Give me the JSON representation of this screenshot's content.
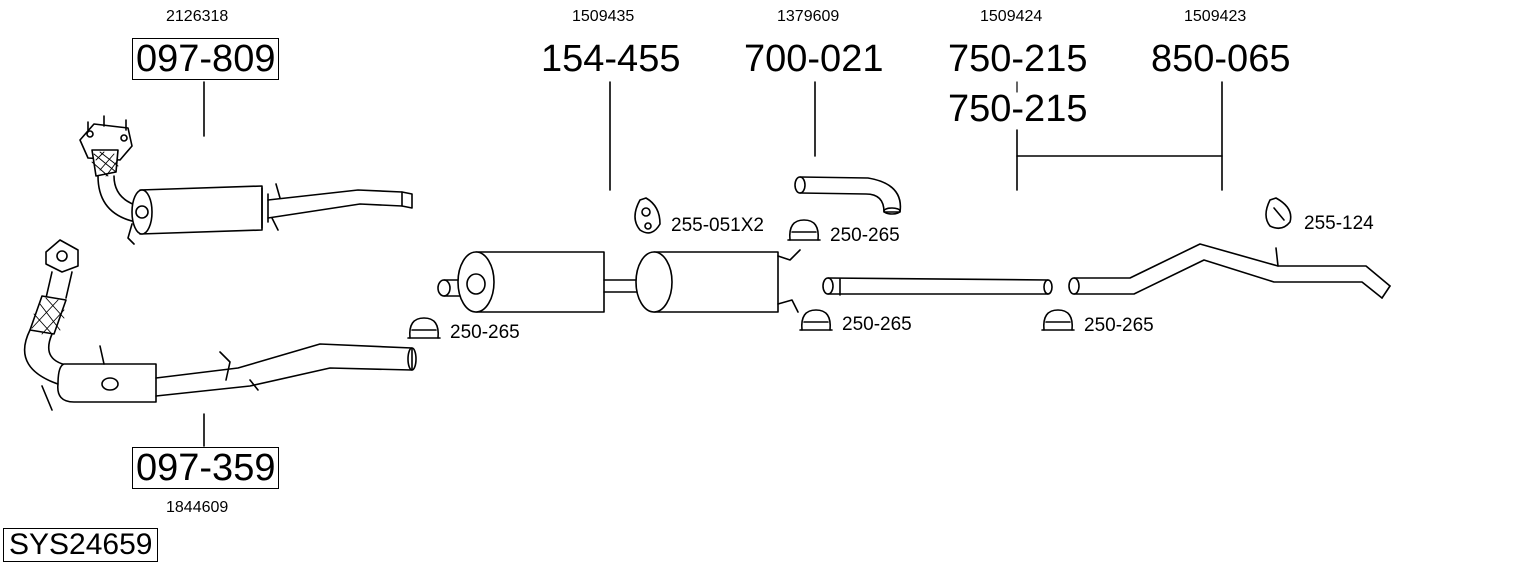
{
  "system_code": "SYS24659",
  "groups": {
    "front_cat": {
      "ref": "2126318",
      "part": "097-809"
    },
    "main_cat": {
      "ref": "1844609",
      "part": "097-359"
    },
    "middle_silencer": {
      "ref": "1509435",
      "part": "154-455"
    },
    "tail_bend": {
      "ref": "1379609",
      "part": "700-021"
    },
    "rear_pipe": {
      "ref": "1509424",
      "part_top": "750-215",
      "part_bottom": "750-215"
    },
    "rear_section": {
      "ref": "1509423",
      "part": "850-065"
    }
  },
  "accessories": {
    "rubber_hanger_pair": "255-051X2",
    "rubber_hanger": "255-124",
    "clamp_a": "250-265",
    "clamp_b": "250-265",
    "clamp_c": "250-265",
    "clamp_d": "250-265"
  }
}
